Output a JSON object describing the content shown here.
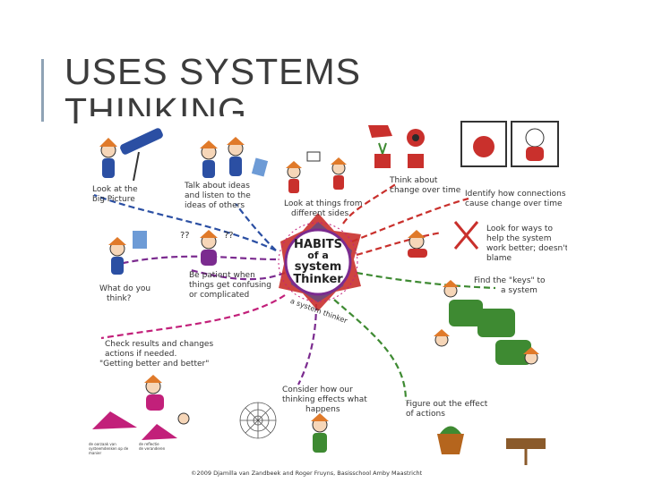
{
  "slide": {
    "title_line1": "USES SYSTEMS",
    "title_line2": "THINKING"
  },
  "illustration": {
    "center": {
      "line1": "HABITS",
      "line2": "of a",
      "line3": "system",
      "line4": "Thinker",
      "ring": "a system thinker"
    },
    "habits": [
      {
        "l1": "Look at the",
        "l2": "big Picture"
      },
      {
        "l1": "Talk about ideas",
        "l2": "and listen to the",
        "l3": "ideas of others"
      },
      {
        "l1": "Look at things from",
        "l2": "different sides"
      },
      {
        "l1": "Think about",
        "l2": "change over time"
      },
      {
        "l1": "Identify how connections",
        "l2": "cause change over time"
      },
      {
        "l1": "Look for ways to",
        "l2": "help the system",
        "l3": "work better; doesn't",
        "l4": "blame"
      },
      {
        "l1": "What do you",
        "l2": "think?"
      },
      {
        "l1": "Be patient when",
        "l2": "things get confusing",
        "l3": "or complicated"
      },
      {
        "l1": "Find the \"keys\" to",
        "l2": "a system"
      },
      {
        "l1": "Check results and changes",
        "l2": "actions if needed.",
        "l3": "\"Getting better and better\""
      },
      {
        "l1": "Consider how our",
        "l2": "thinking effects what",
        "l3": "happens"
      },
      {
        "l1": "Figure out the effect",
        "l2": "of actions"
      }
    ],
    "speech_marks": [
      "??",
      "??"
    ],
    "small_note_left": {
      "l1": "de oorzaak van",
      "l2": "systeemdenken op de",
      "l3": "manier"
    },
    "small_note_right": {
      "l1": "de reflectie",
      "l2": "de veranderen"
    },
    "credit": "©2009 Djamilla van Zandbeek and Roger Fruyns, Basisschool Amby Maastricht",
    "colors": {
      "blue": "#2b4fa3",
      "red": "#c9302c",
      "purple": "#7b2b8f",
      "green": "#3e8a32",
      "magenta": "#c2207a",
      "orange": "#e07a2a"
    }
  }
}
